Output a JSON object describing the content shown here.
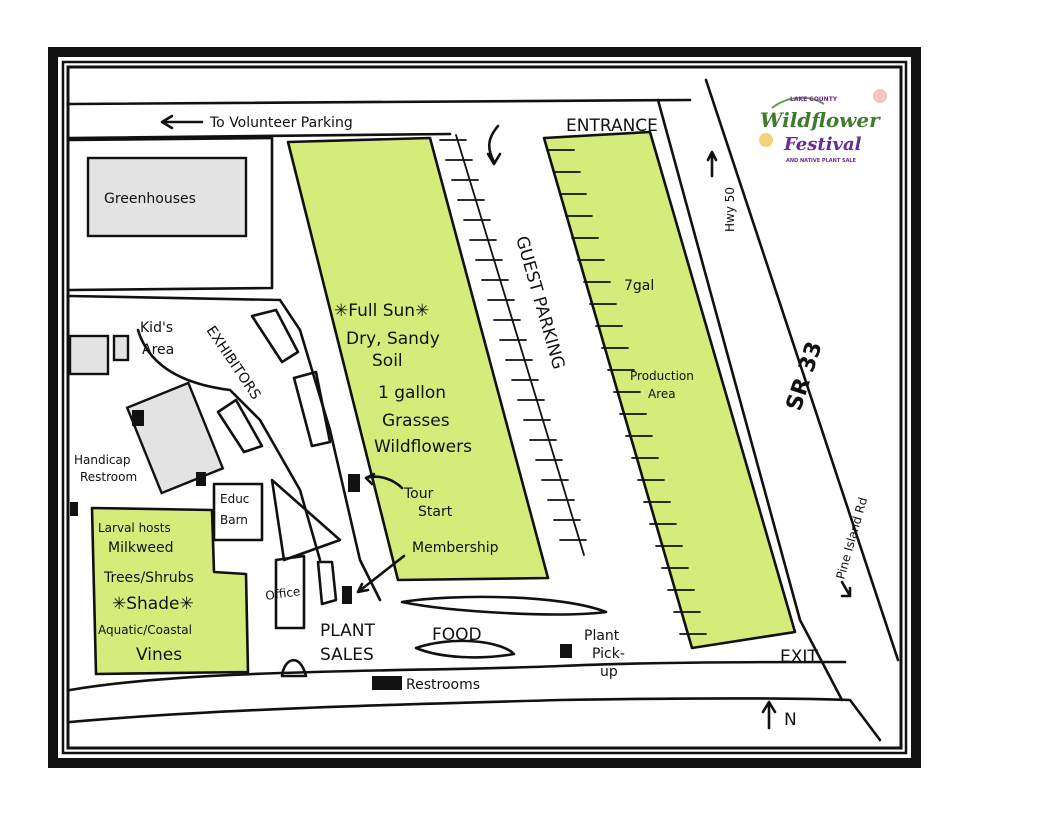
{
  "logo": {
    "line1": "LAKE COUNTY",
    "line2": "Wildflower",
    "line3": "Festival",
    "line4": "AND NATIVE PLANT SALE",
    "colors": {
      "purple": "#6b2c8f",
      "green": "#3f7d2e",
      "gold": "#e0b43a"
    }
  },
  "labels": {
    "volunteer_parking": "To Volunteer Parking",
    "entrance": "ENTRANCE",
    "greenhouses": "Greenhouses",
    "hwy50": "Hwy 50",
    "sr33": "SR 33",
    "pine_island_rd": "Pine Island Rd",
    "exit": "EXIT",
    "guest_parking": "GUEST PARKING",
    "exhibitors": "EXHIBITORS",
    "kids_area_1": "Kid's",
    "kids_area_2": "Area",
    "handicap_1": "Handicap",
    "handicap_2": "Restroom",
    "educ_1": "Educ",
    "educ_2": "Barn",
    "tour_1": "Tour",
    "tour_2": "Start",
    "membership": "Membership",
    "office": "Office",
    "plant_sales_1": "PLANT",
    "plant_sales_2": "SALES",
    "food": "FOOD",
    "plant_pickup_1": "Plant",
    "plant_pickup_2": "Pick-",
    "plant_pickup_3": "up",
    "restrooms": "Restrooms",
    "north": "N",
    "seven_gal": "7gal",
    "production_1": "Production",
    "production_2": "Area",
    "fullsun_1": "✳Full Sun✳",
    "fullsun_2": "Dry, Sandy",
    "fullsun_3": "Soil",
    "fullsun_4": "1 gallon",
    "fullsun_5": "Grasses",
    "fullsun_6": "Wildflowers",
    "shade_1": "Larval hosts",
    "shade_2": "Milkweed",
    "shade_3": "Trees/Shrubs",
    "shade_4": "✳Shade✳",
    "shade_5": "Aquatic/Coastal",
    "shade_6": "Vines"
  },
  "colors": {
    "zone_green": "#d6ec7a",
    "building_gray": "#e3e3e3",
    "ink": "#111111"
  }
}
